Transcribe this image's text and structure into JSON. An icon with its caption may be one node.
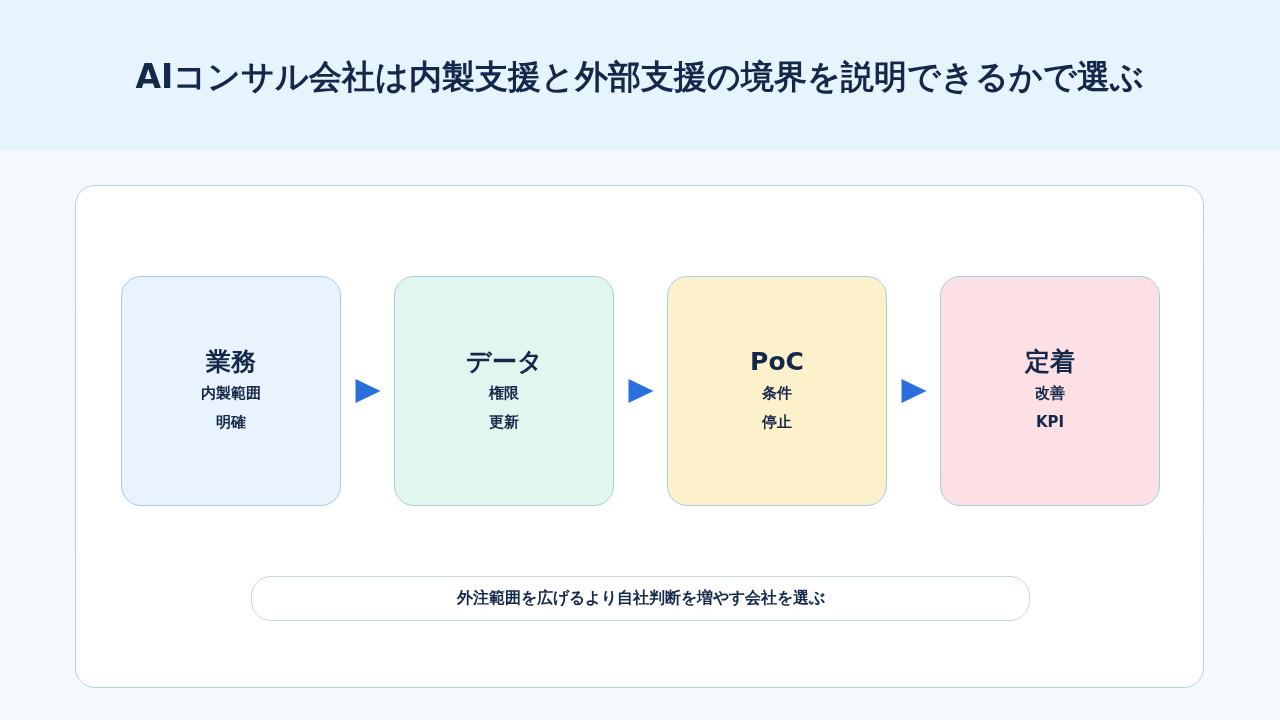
{
  "diagram": {
    "title": "AIコンサル会社は内製支援と外部支援の境界を説明できるかで選ぶ",
    "nodes": [
      {
        "text": [
          "業務",
          "内製範囲",
          "明確"
        ]
      },
      {
        "text": [
          "データ",
          "権限",
          "更新"
        ]
      },
      {
        "text": [
          "PoC",
          "条件",
          "停止"
        ]
      },
      {
        "text": [
          "定着",
          "改善",
          "KPI"
        ]
      },
      {
        "text": [
          "外注範囲を広げるより自社判断を増やす会社を選ぶ"
        ]
      }
    ],
    "edges": [
      {
        "from": 0,
        "to": 1,
        "arrow": "to"
      },
      {
        "from": 1,
        "to": 2,
        "arrow": "to"
      },
      {
        "from": 2,
        "to": 3,
        "arrow": "to"
      }
    ]
  }
}
